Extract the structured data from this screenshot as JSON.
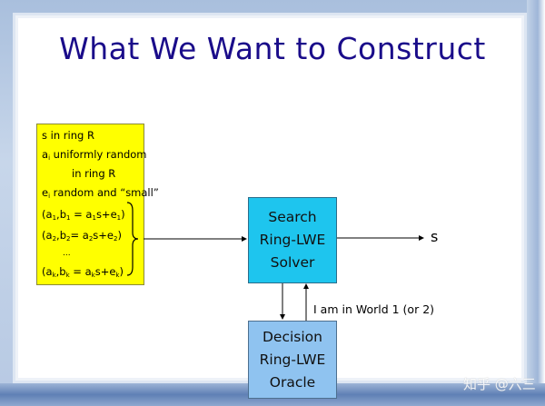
{
  "slide": {
    "title": "What We Want to Construct",
    "colors": {
      "title": "#1a0c8a",
      "yellow_box": "#ffff00",
      "search_box": "#1ec5ee",
      "decision_box": "#8fc3f0",
      "frame": "#b7c9e3"
    }
  },
  "assumptions": {
    "lines": [
      {
        "text": "s in ring R"
      },
      {
        "pre": "a",
        "sub": "i",
        "post": " uniformly random"
      },
      {
        "text": "in ring R"
      },
      {
        "pre": "e",
        "sub": "i",
        "post": " random and “small”"
      }
    ],
    "samples": [
      {
        "a": "a",
        "a_sub": "1",
        "b": "b",
        "b_sub": "1",
        "eq": " = a",
        "eq_sub": "1",
        "s": "s+e",
        "e_sub": "1",
        "close": ")"
      },
      {
        "a": "a",
        "a_sub": "2",
        "b": "b",
        "b_sub": "2",
        "eq": "= a",
        "eq_sub": "2",
        "s": "s+e",
        "e_sub": "2",
        "close": ")"
      },
      {
        "a": "a",
        "a_sub": "k",
        "b": "b",
        "b_sub": "k",
        "eq": " = a",
        "eq_sub": "k",
        "s": "s+e",
        "e_sub": "k",
        "close": ")"
      }
    ],
    "ellipsis": "..."
  },
  "search_solver": {
    "lines": [
      "Search",
      "Ring-LWE",
      "Solver"
    ]
  },
  "decision_oracle": {
    "lines": [
      "Decision",
      "Ring-LWE",
      "Oracle"
    ]
  },
  "output_label": "s",
  "oracle_reply": "I am in World 1 (or 2)",
  "watermark": "知乎 @六三"
}
